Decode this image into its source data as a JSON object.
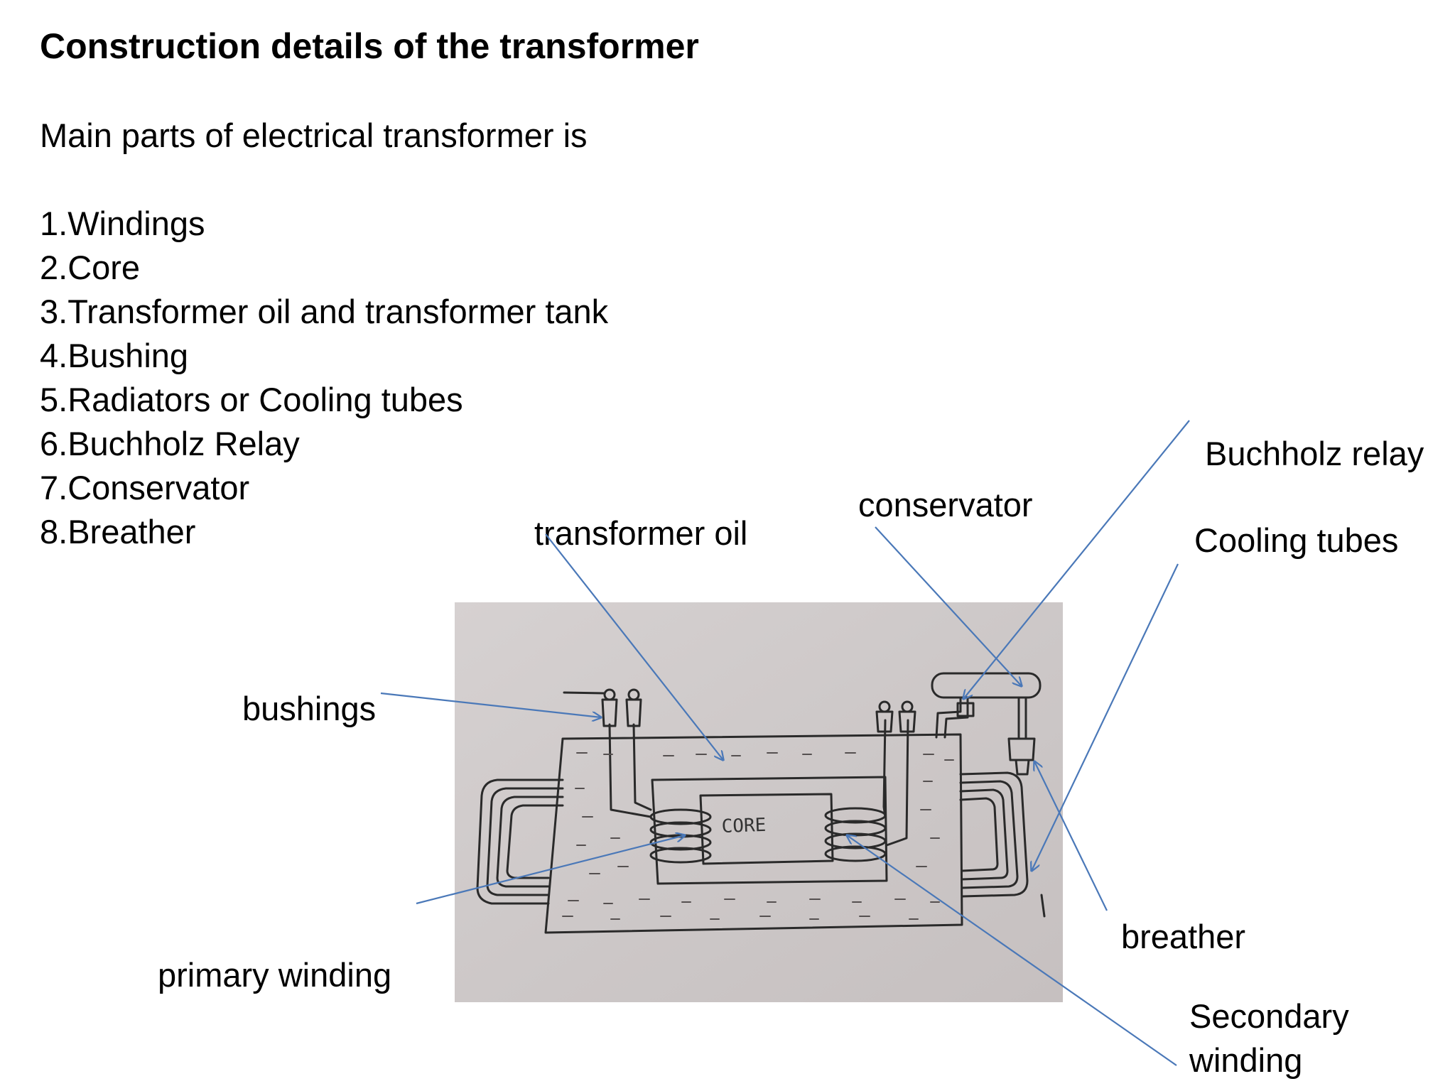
{
  "title": "Construction details of the transformer",
  "intro": "Main parts of electrical transformer is",
  "parts": [
    "1.Windings",
    "2.Core",
    "3.Transformer oil and transformer tank",
    "4.Bushing",
    "5.Radiators or Cooling tubes",
    "6.Buchholz Relay",
    "7.Conservator",
    "8.Breather"
  ],
  "labels": {
    "transformer_oil": "transformer oil",
    "conservator": "conservator",
    "buchholz_relay": "Buchholz relay",
    "cooling_tubes": "Cooling tubes",
    "bushings": "bushings",
    "primary_winding": "primary  winding",
    "breather": "breather",
    "secondary_winding_line1": "Secondary",
    "secondary_winding_line2": "winding"
  },
  "sketch": {
    "core_text": "CORE"
  },
  "colors": {
    "arrow": "#4a78b8",
    "pencil": "#2a2a2a",
    "paper": "#cfcaca"
  }
}
